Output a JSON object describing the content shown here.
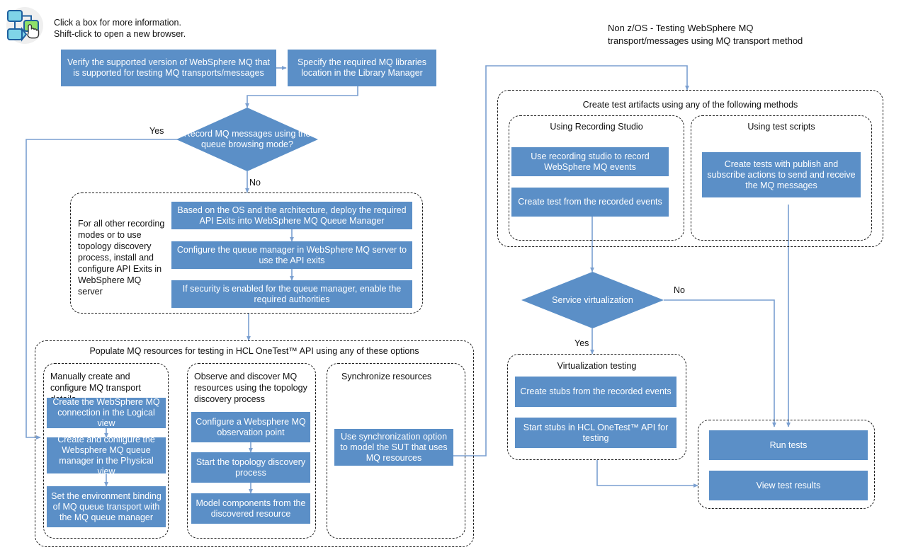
{
  "page": {
    "title_right_line1": "Non z/OS - Testing WebSphere MQ",
    "title_right_line2": "transport/messages using MQ transport method"
  },
  "hint": {
    "icon": "flowchart-click-icon",
    "line1": "Click a box for more information.",
    "line2": "Shift-click to open a new browser."
  },
  "colors": {
    "node_fill": "#5b8fc7",
    "node_text": "#ffffff",
    "connector": "#7a9fd0",
    "group_border": "#1a1a1a",
    "group_border_light": "#9a9a9a",
    "background": "#ffffff"
  },
  "nodes": {
    "verify_version": "Verify the supported version of WebSphere MQ that is supported for testing MQ transports/messages",
    "specify_libraries": "Specify the required  MQ libraries location in the Library Manager",
    "decision_record_mq": "Record MQ messages using the queue browsing mode?",
    "decision_record_mq_yes": "Yes",
    "decision_record_mq_no": "No",
    "api_exits_note": "For all other recording modes or to use topology discovery process, install and configure API Exits in WebSphere MQ server",
    "deploy_api_exits": "Based on the OS and the architecture, deploy the required API Exits into WebSphere MQ Queue Manager",
    "configure_queue_manager": "Configure the queue manager in WebSphere MQ server to use the API exits",
    "enable_authorities": "If security is enabled for the queue manager, enable the required authorities",
    "populate_group_title": "Populate MQ resources for testing in HCL OneTest™ API using any of these options",
    "manual_group_title": "Manually create and configure MQ transport details",
    "manual_step1": "Create the WebSphere MQ connection in the Logical view",
    "manual_step2": "Create and configure the Websphere MQ queue manager in the Physical view",
    "manual_step3": "Set the environment binding of MQ queue transport with the MQ queue manager",
    "observe_group_title": "Observe and discover MQ resources using the topology discovery process",
    "observe_step1": "Configure a Websphere MQ observation point",
    "observe_step2": "Start the topology discovery process",
    "observe_step3": "Model components from the discovered resource",
    "sync_group_title": "Synchronize resources",
    "sync_step1": "Use synchronization option to model the SUT that uses MQ resources",
    "artifacts_group_title": "Create test artifacts using any of the following methods",
    "recording_studio_group_title": "Using Recording Studio",
    "recording_step1": "Use recording studio to record WebSphere MQ events",
    "recording_step2": "Create test from the recorded events",
    "test_scripts_group_title": "Using test scripts",
    "test_scripts_step1": "Create tests with publish and subscribe actions to send and receive the MQ messages",
    "decision_service_virtualization": "Service virtualization",
    "decision_sv_yes": "Yes",
    "decision_sv_no": "No",
    "virtualization_group_title": "Virtualization testing",
    "virtualization_step1": "Create stubs from the recorded events",
    "virtualization_step2": "Start stubs in HCL OneTest™ API for testing",
    "run_tests": "Run tests",
    "view_test_results": "View test results"
  }
}
